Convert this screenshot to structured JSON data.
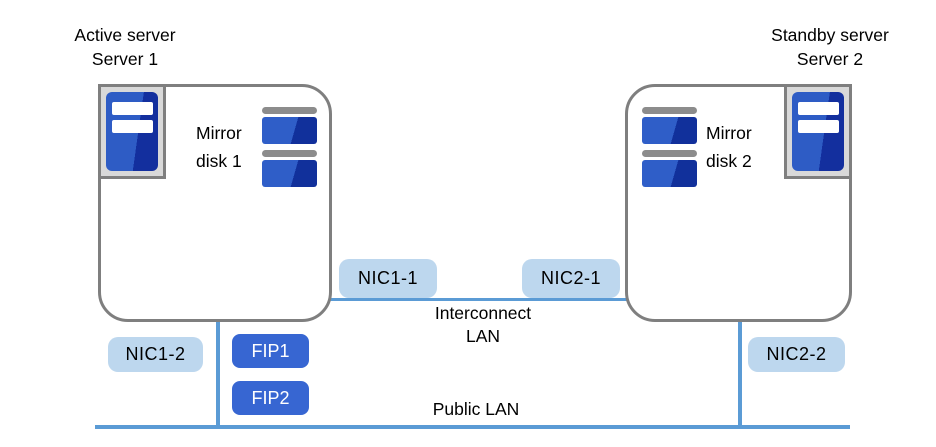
{
  "diagram": {
    "server1": {
      "title_line1": "Active server",
      "title_line2": "Server 1",
      "mirror_disk_line1": "Mirror",
      "mirror_disk_line2": "disk 1",
      "nic_interconnect": "NIC1-1",
      "nic_public": "NIC1-2",
      "fip1": "FIP1",
      "fip2": "FIP2"
    },
    "server2": {
      "title_line1": "Standby server",
      "title_line2": "Server 2",
      "mirror_disk_line1": "Mirror",
      "mirror_disk_line2": "disk 2",
      "nic_interconnect": "NIC2-1",
      "nic_public": "NIC2-2"
    },
    "networks": {
      "interconnect_line1": "Interconnect",
      "interconnect_line2": "LAN",
      "public": "Public LAN"
    },
    "icons": {
      "server": "server-tower-icon",
      "mirror_disk": "disk-stack-icon"
    },
    "colors": {
      "lan_line_blue": "#5b9bd5",
      "nic_badge_fill": "#bdd7ee",
      "fip_badge_fill": "#3766d2",
      "fip_badge_text": "#ffffff",
      "server_icon_blue": "#2e5cc5",
      "server_icon_blue_dark": "#132f9e",
      "disk_blue": "#2f5ec8",
      "disk_blue_dark": "#11309b",
      "box_border_gray": "#7f7f7f",
      "icon_frame_gray": "#d9d9d9",
      "disk_cap_gray": "#8c8c8c",
      "text_color": "#000000"
    }
  }
}
